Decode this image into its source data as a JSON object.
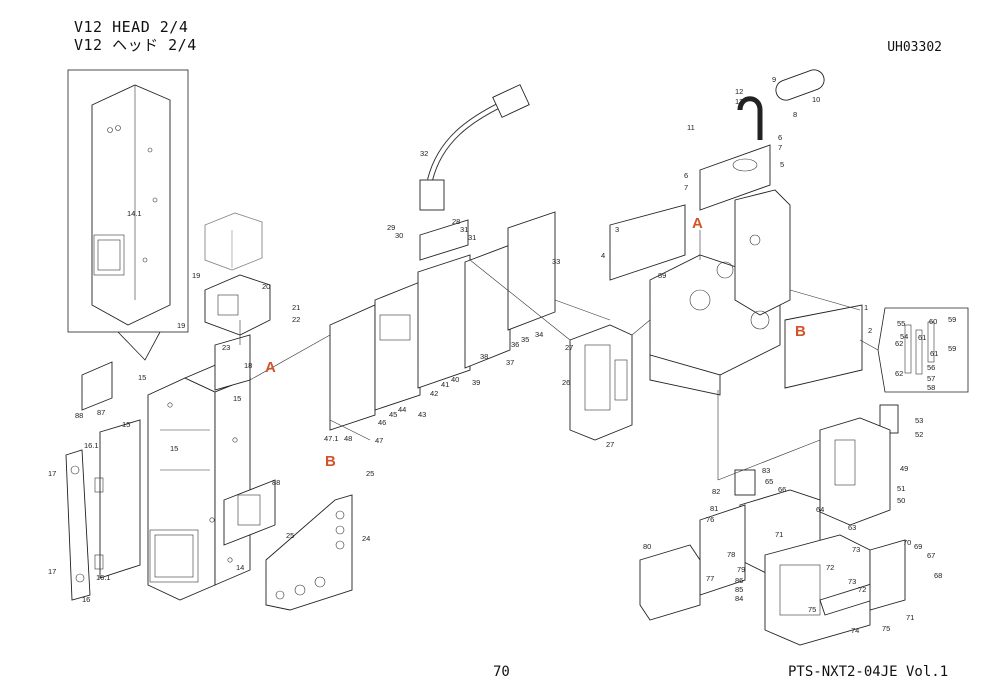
{
  "header": {
    "title_line1": "V12 HEAD  2/4",
    "title_line2": "V12 ヘッド  2/4",
    "drawing_code": "UH03302"
  },
  "footer": {
    "page_number": "70",
    "manual_ref": "PTS-NXT2-04JE  Vol.1"
  },
  "markers": {
    "a_left": "A",
    "a_right": "A",
    "b_left": "B",
    "b_right": "B"
  },
  "callouts": {
    "c1": "1",
    "c2": "2",
    "c3": "3",
    "c4": "4",
    "c5": "5",
    "c6": "6",
    "c6b": "6",
    "c7": "7",
    "c7b": "7",
    "c8": "8",
    "c9": "9",
    "c10": "10",
    "c11": "11",
    "c12": "12",
    "c13": "13",
    "c14": "14",
    "c14_1": "14.1",
    "c15a": "15",
    "c15b": "15",
    "c15c": "15",
    "c15d": "15",
    "c16": "16",
    "c16_1a": "16.1",
    "c16_1b": "16.1",
    "c17a": "17",
    "c17b": "17",
    "c18": "18",
    "c19a": "19",
    "c19b": "19",
    "c20": "20",
    "c21": "21",
    "c22": "22",
    "c23": "23",
    "c24": "24",
    "c25a": "25",
    "c25b": "25",
    "c26": "26",
    "c27a": "27",
    "c27b": "27",
    "c28": "28",
    "c29": "29",
    "c30": "30",
    "c31a": "31",
    "c31b": "31",
    "c32": "32",
    "c33": "33",
    "c34": "34",
    "c35": "35",
    "c36": "36",
    "c37": "37",
    "c38": "38",
    "c39": "39",
    "c40": "40",
    "c41": "41",
    "c42": "42",
    "c43": "43",
    "c44": "44",
    "c45": "45",
    "c46": "46",
    "c47": "47",
    "c47_1": "47.1",
    "c48": "48",
    "c49": "49",
    "c50": "50",
    "c51": "51",
    "c52": "52",
    "c53": "53",
    "c54": "54",
    "c55": "55",
    "c56": "56",
    "c57": "57",
    "c58": "58",
    "c59a": "59",
    "c59b": "59",
    "c60": "60",
    "c61a": "61",
    "c61b": "61",
    "c62a": "62",
    "c62b": "62",
    "c63": "63",
    "c64": "64",
    "c65": "65",
    "c66": "66",
    "c67": "67",
    "c68": "68",
    "c69": "69",
    "c70": "70",
    "c71a": "71",
    "c71b": "71",
    "c72a": "72",
    "c72b": "72",
    "c73a": "73",
    "c73b": "73",
    "c74": "74",
    "c75a": "75",
    "c75b": "75",
    "c76": "76",
    "c77": "77",
    "c78": "78",
    "c79": "79",
    "c80": "80",
    "c81": "81",
    "c82": "82",
    "c83": "83",
    "c84": "84",
    "c85": "85",
    "c86": "86",
    "c87": "87",
    "c88a": "88",
    "c88b": "88",
    "c89": "89"
  },
  "colors": {
    "marker": "#d2552a",
    "line": "#222222"
  }
}
